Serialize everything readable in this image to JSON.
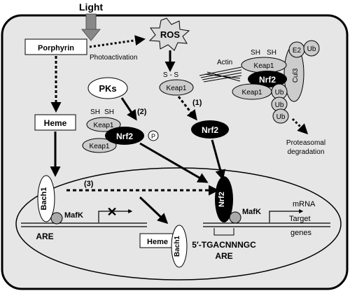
{
  "light_label": "Light",
  "porphyrin_label": "Porphyrin",
  "photoactivation_label": "Photoactivation",
  "ros_label": "ROS",
  "ss_label": "S - S",
  "keap1_label": "Keap1",
  "step1_label": "(1)",
  "step2_label": "(2)",
  "step3_label": "(3)",
  "pks_label": "PKs",
  "sh_label": "SH",
  "nrf2_label": "Nrf2",
  "p_label": "P",
  "heme_label": "Heme",
  "actin_label": "Actin",
  "cul3_label": "Cul3",
  "e2_label": "E2",
  "ub_label": "Ub",
  "proteasomal_label": "Proteasomal",
  "degradation_label": "degradation",
  "bach1_label": "Bach1",
  "mafk_label": "MafK",
  "are_label": "ARE",
  "mrna_label": "mRNA",
  "target_label": "Target",
  "genes_label": "genes",
  "sequence_label": "5′-TGACNNNGC",
  "x_mark": "✕"
}
